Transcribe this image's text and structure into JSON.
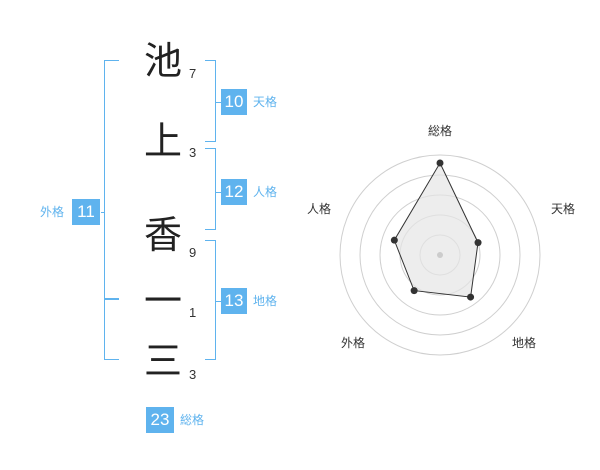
{
  "name": {
    "chars": [
      "池",
      "上",
      "香",
      "一",
      "三"
    ],
    "strokes": [
      "7",
      "3",
      "9",
      "1",
      "3"
    ]
  },
  "fortune": {
    "tenkaku": {
      "value": "10",
      "label": "天格"
    },
    "jinkaku": {
      "value": "12",
      "label": "人格"
    },
    "chikaku": {
      "value": "13",
      "label": "地格"
    },
    "gaikaku": {
      "value": "11",
      "label": "外格"
    },
    "soukaku": {
      "value": "23",
      "label": "総格"
    }
  },
  "chart_data": {
    "type": "radar",
    "axes": [
      "総格",
      "天格",
      "地格",
      "外格",
      "人格"
    ],
    "values": [
      23,
      10,
      13,
      11,
      12
    ],
    "rings": 5,
    "colors": {
      "accent": "#5fb3ee",
      "point": "#333333",
      "fill": "#e6e6e6"
    }
  }
}
